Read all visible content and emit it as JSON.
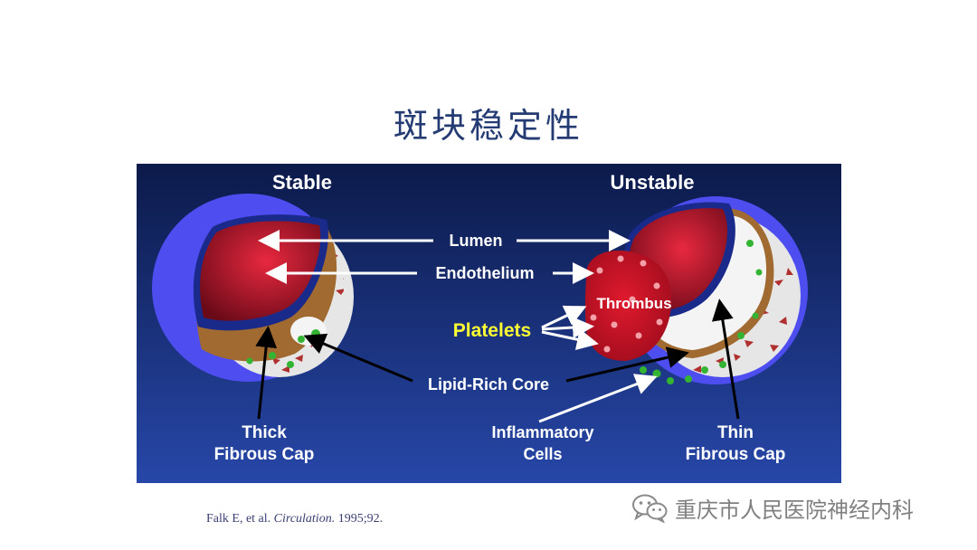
{
  "slide": {
    "title": "斑块稳定性"
  },
  "diagram": {
    "stable_heading": "Stable",
    "unstable_heading": "Unstable",
    "labels": {
      "lumen": "Lumen",
      "endothelium": "Endothelium",
      "thrombus": "Thrombus",
      "platelets": "Platelets",
      "lipid_core": "Lipid-Rich Core",
      "thick_cap_1": "Thick",
      "thick_cap_2": "Fibrous Cap",
      "inflammatory_1": "Inflammatory",
      "inflammatory_2": "Cells",
      "thin_cap_1": "Thin",
      "thin_cap_2": "Fibrous Cap"
    },
    "colors": {
      "background_top": "#0c1a4a",
      "background_bottom": "#2747a8",
      "vessel_ring": "#4d4df0",
      "lumen_red": "#c8102e",
      "plaque_brown": "#a06a30",
      "platelets_text": "#ffff33"
    }
  },
  "citation": {
    "authors": "Falk E, et al.",
    "journal": "Circulation.",
    "year_vol": "1995;92."
  },
  "watermark": {
    "text": "重庆市人民医院神经内科",
    "icon": "wechat-icon"
  }
}
